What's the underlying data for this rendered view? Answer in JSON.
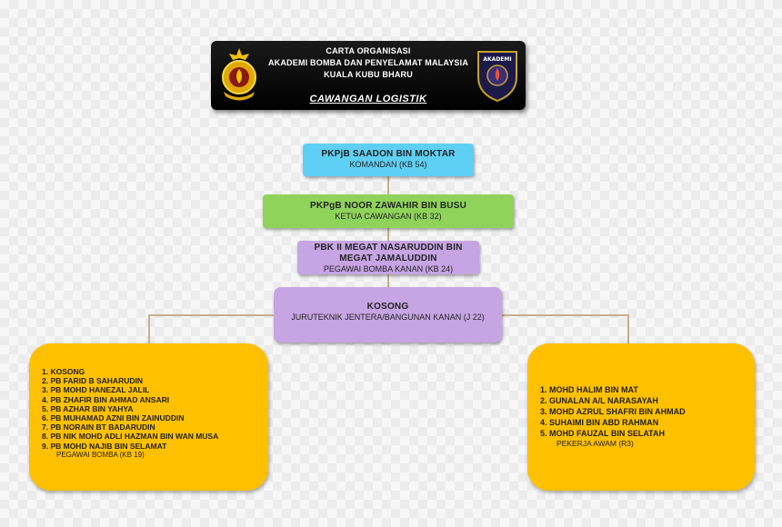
{
  "banner": {
    "line1": "CARTA ORGANISASI",
    "line2": "AKADEMI BOMBA DAN PENYELAMAT MALAYSIA",
    "line3": "KUALA KUBU BHARU",
    "subtitle": "CAWANGAN  LOGISTIK",
    "logo_right_text": "AKADEMI"
  },
  "nodes": {
    "komandan": {
      "name": "PKPjB  SAADON BIN MOKTAR",
      "position": "KOMANDAN (KB 54)"
    },
    "ketua": {
      "name": "PKPgB NOOR ZAWAHIR BIN BUSU",
      "position": "KETUA CAWANGAN (KB 32)"
    },
    "pegawai": {
      "name_line1": "PBK II MEGAT NASARUDDIN BIN",
      "name_line2": "MEGAT JAMALUDDIN",
      "position": "PEGAWAI BOMBA KANAN (KB 24)"
    },
    "juruteknik": {
      "name": "KOSONG",
      "position": "JURUTEKNIK JENTERA/BANGUNAN KANAN (J 22)"
    }
  },
  "group_left": {
    "items": [
      "1. KOSONG",
      "2. PB FARID B SAHARUDIN",
      "3. PB MOHD HANEZAL JALIL",
      "4. PB ZHAFIR BIN AHMAD ANSARI",
      "5. PB AZHAR BIN YAHYA",
      "6. PB MUHAMAD AZNI BIN ZAINUDDIN",
      "7. PB NORAIN BT BADARUDIN",
      "8. PB NIK MOHD ADLI HAZMAN BIN WAN MUSA",
      "9. PB MOHD NAJIB BIN SELAMAT"
    ],
    "position": "PEGAWAI BOMBA (KB 19)"
  },
  "group_right": {
    "items": [
      "1. MOHD HALIM BIN MAT",
      "2. GUNALAN A/L NARASAYAH",
      "3. MOHD AZRUL SHAFRI BIN AHMAD",
      "4. SUHAIMI BIN ABD RAHMAN",
      "5. MOHD FAUZAL BIN SELATAH"
    ],
    "position": "PEKERJA AWAM (R3)"
  },
  "colors": {
    "komandan": "#5fd0f5",
    "ketua": "#8fd35a",
    "pegawai": "#c7a4e4",
    "groups": "#ffc000",
    "connector": "#c8ad8b"
  }
}
